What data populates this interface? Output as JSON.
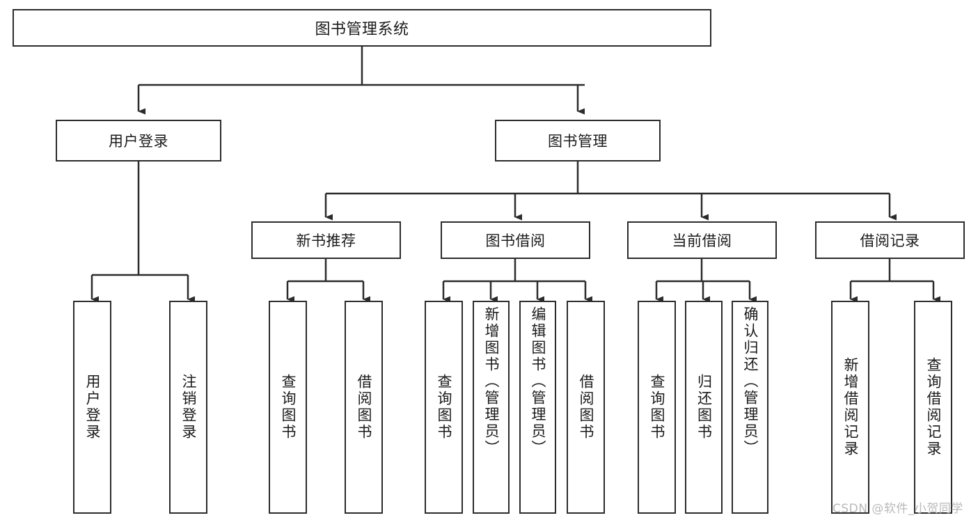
{
  "diagram": {
    "type": "tree",
    "title": "图书管理系统",
    "background": "#ffffff",
    "line_color": "#2b2b2b",
    "box_border_color": "#2b2b2b",
    "box_fill": "#ffffff",
    "text_color": "#1a1a1a"
  },
  "root": {
    "label": "图书管理系统"
  },
  "level2": [
    {
      "label": "用户登录"
    },
    {
      "label": "图书管理"
    }
  ],
  "level3": [
    {
      "label": "新书推荐"
    },
    {
      "label": "图书借阅"
    },
    {
      "label": "当前借阅"
    },
    {
      "label": "借阅记录"
    }
  ],
  "leaves": {
    "user_login": [
      {
        "label": "用户登录"
      },
      {
        "label": "注销登录"
      }
    ],
    "new_book_recommend": [
      {
        "label": "查询图书"
      },
      {
        "label": "借阅图书"
      }
    ],
    "book_borrow": [
      {
        "label": "查询图书"
      },
      {
        "label": "新增图书（管理员）"
      },
      {
        "label": "编辑图书（管理员）"
      },
      {
        "label": "借阅图书"
      }
    ],
    "current_borrow": [
      {
        "label": "查询图书"
      },
      {
        "label": "归还图书"
      },
      {
        "label": "确认归还（管理员）"
      }
    ],
    "borrow_record": [
      {
        "label": "新增借阅记录"
      },
      {
        "label": "查询借阅记录"
      }
    ]
  },
  "watermark": {
    "text": "CSDN @软件_小贺同学",
    "color": "#b9b9b9"
  }
}
